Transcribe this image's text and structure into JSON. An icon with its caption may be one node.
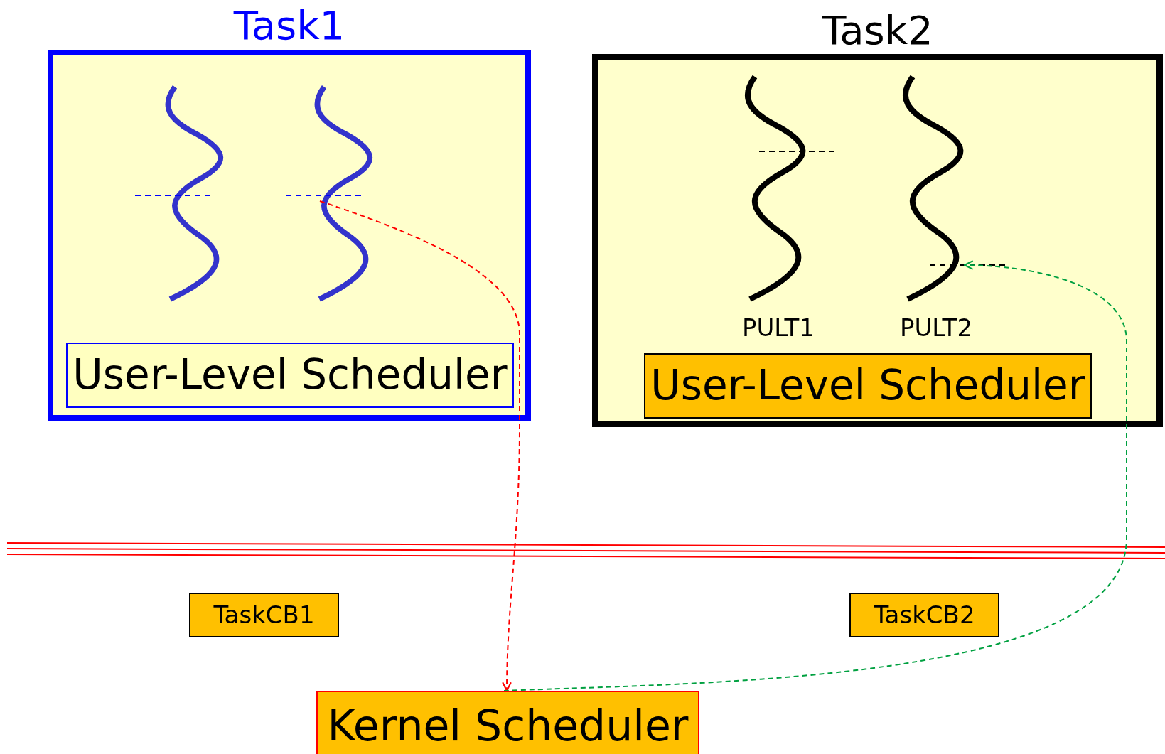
{
  "diagram": {
    "nodes": [
      {
        "text": [
          "Task1"
        ]
      },
      {
        "text": [],
        "shape": "wave",
        "in": 0
      },
      {
        "text": [],
        "shape": "wave",
        "in": 0
      },
      {
        "text": [
          "User-Level Scheduler"
        ],
        "in": 0
      },
      {
        "text": [
          "Task2"
        ]
      },
      {
        "text": [],
        "shape": "wave",
        "in": 4,
        "beside": [
          "PULT1"
        ]
      },
      {
        "text": [],
        "shape": "wave",
        "in": 4,
        "beside": [
          "PULT2"
        ]
      },
      {
        "text": [
          "User-Level Scheduler"
        ],
        "in": 4
      },
      {
        "text": [
          "TaskCB1"
        ]
      },
      {
        "text": [
          "TaskCB2"
        ]
      },
      {
        "text": [
          "Kernel Scheduler"
        ]
      }
    ],
    "edges": [
      {
        "from": 2,
        "to": 10,
        "arrow": "to",
        "style": "dashed",
        "color": "#ff0000"
      },
      {
        "from": 10,
        "to": 6,
        "arrow": "to",
        "style": "dashed",
        "color": "#00a040"
      }
    ]
  }
}
